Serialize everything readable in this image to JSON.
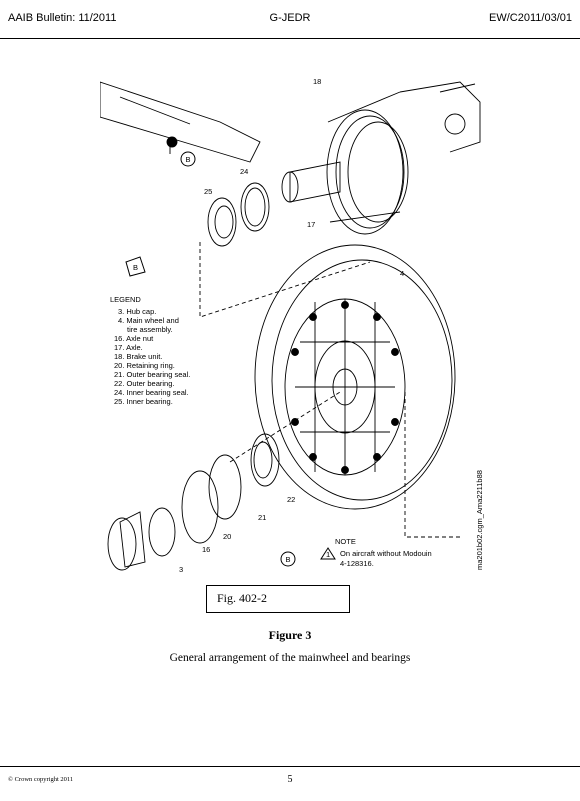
{
  "header": {
    "left": "AAIB Bulletin: 11/2011",
    "center": "G-JEDR",
    "right": "EW/C2011/03/01"
  },
  "figure": {
    "legend_title": "LEGEND",
    "legend_items": [
      "3. Hub cap.",
      "4. Main wheel and",
      "tire assembly.",
      "16. Axle nut",
      "17. Axle.",
      "18. Brake unit.",
      "20. Retaining ring.",
      "21. Outer bearing seal.",
      "22. Outer bearing.",
      "24. Inner bearing seal.",
      "25. Inner bearing."
    ],
    "callouts": {
      "c18": "18",
      "c24": "24",
      "c25": "25",
      "c17": "17",
      "c4": "4",
      "c22": "22",
      "c21": "21",
      "c20": "20",
      "c16": "16",
      "c3": "3",
      "b_top": "B",
      "b_bottom": "B",
      "note_mark": "1",
      "view": "B"
    },
    "note_title": "NOTE",
    "note_line1": "On aircraft without Modouin",
    "note_line2": "4-128316.",
    "side_code": "ma201b02.cgm_Ama2211b88",
    "fig_label": "Fig. 402-2"
  },
  "caption": {
    "title": "Figure 3",
    "text": "General arrangement of the mainwheel and bearings"
  },
  "footer": {
    "copyright": "© Crown copyright 2011",
    "page": "5"
  }
}
